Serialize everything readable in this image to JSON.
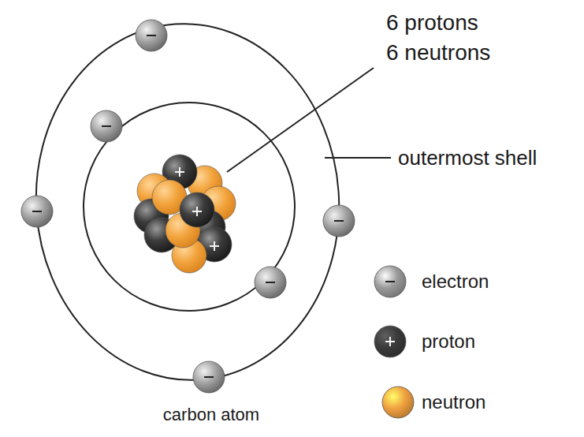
{
  "diagram": {
    "caption": "carbon atom",
    "labels": [
      "6 protons",
      "6 neutrons",
      "outermost shell"
    ],
    "legend": [
      {
        "text": "electron",
        "color": "#9a9a9a"
      },
      {
        "text": "proton",
        "color": "#3a3a3a"
      },
      {
        "text": "neutron",
        "color": "#f0a040"
      }
    ]
  }
}
